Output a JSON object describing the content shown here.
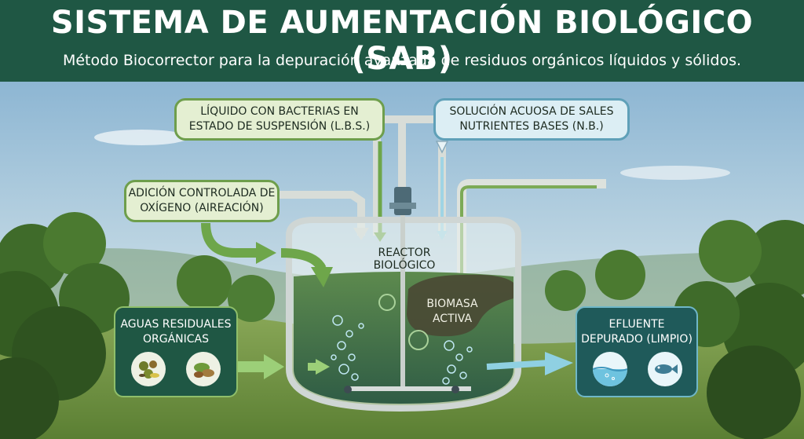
{
  "header": {
    "title": "SISTEMA DE AUMENTACIÓN BIOLÓGICO (SAB)",
    "subtitle": "Método Biocorrector para la depuración avanzada de residuos orgánicos líquidos y sólidos."
  },
  "inputs": {
    "lbs_label": "LÍQUIDO CON BACTERIAS EN ESTADO DE SUSPENSIÓN (L.B.S.)",
    "nb_label": "SOLUCIÓN ACUOSA DE SALES NUTRIENTES BASES (N.B.)",
    "air_label": "ADICIÓN CONTROLADA DE OXÍGENO (AIREACIÓN)"
  },
  "reactor": {
    "label": "REACTOR BIOLÓGICO",
    "biomass_label": "BIOMASA ACTIVA"
  },
  "influent": {
    "label": "AGUAS RESIDUALES ORGÁNICAS",
    "icons": [
      "bacteria-icon",
      "organic-waste-icon"
    ]
  },
  "effluent": {
    "label": "EFLUENTE DEPURADO (LIMPIO)",
    "icons": [
      "clean-water-icon",
      "fish-icon"
    ]
  },
  "colors": {
    "header_bg": "#1f5744",
    "green_box": "#e4efd2",
    "blue_box": "#dceef4",
    "green_arrow": "#6ea64a",
    "blue_arrow": "#7cc6dc",
    "water": "#3f6f4a"
  }
}
